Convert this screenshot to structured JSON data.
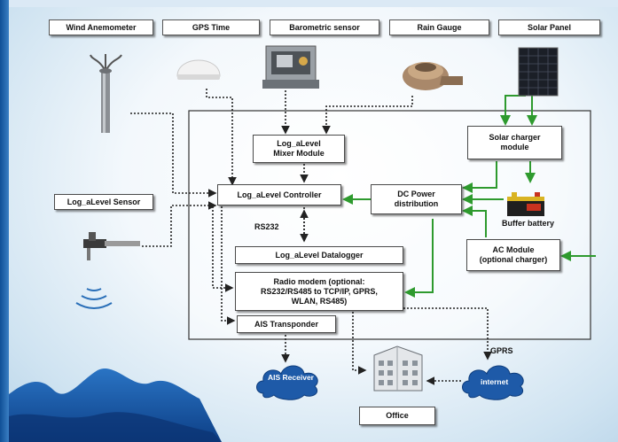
{
  "headers": {
    "wind": "Wind Anemometer",
    "gps": "GPS Time",
    "baro": "Barometric  sensor",
    "rain": "Rain Gauge",
    "solar": "Solar Panel"
  },
  "boxes": {
    "sensor": "Log_aLevel Sensor",
    "mixer_line1": "Log_aLevel",
    "mixer_line2": "Mixer Module",
    "controller": "Log_aLevel Controller",
    "dc_line1": "DC Power",
    "dc_line2": "distribution",
    "charger_line1": "Solar charger",
    "charger_line2": "module",
    "datalogger": "Log_aLevel Datalogger",
    "modem_line1": "Radio modem (optional:",
    "modem_line2": "RS232/RS485 to TCP/IP, GPRS,",
    "modem_line3": "WLAN, RS485)",
    "ais_transponder": "AIS Transponder",
    "ac_line1": "AC Module",
    "ac_line2": "(optional charger)",
    "office": "Office"
  },
  "labels": {
    "rs232": "RS232",
    "buffer_battery": "Buffer battery",
    "gprs": "GPRS"
  },
  "clouds": {
    "ais_receiver": "AIS Receiver",
    "internet": "internet"
  },
  "colors": {
    "power_line": "#2e9a2e",
    "signal_line": "#222222",
    "frame_blue": "#1f5fa8",
    "cloud_blue": "#1e5aa8"
  }
}
